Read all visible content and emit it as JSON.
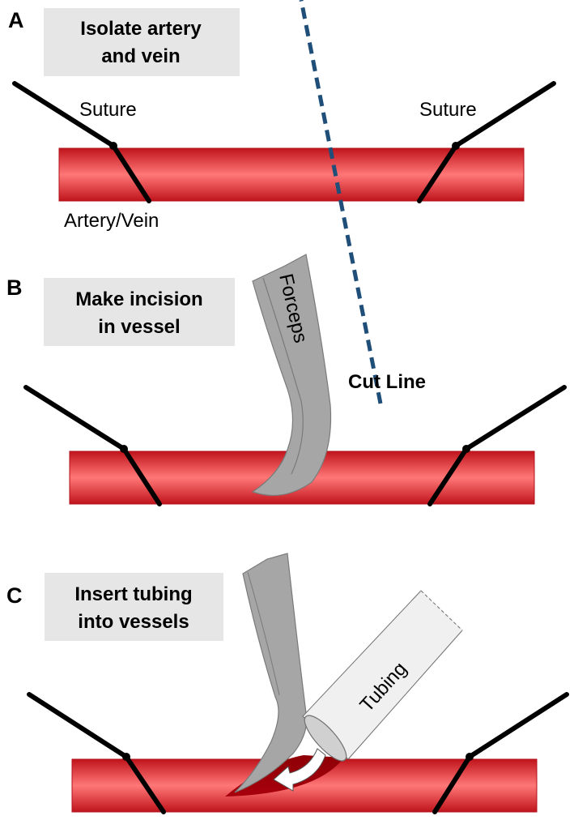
{
  "figure": {
    "colors": {
      "vessel_light": "#ff7777",
      "vessel_dark": "#c0141c",
      "vessel_incision": "#9a0008",
      "step_box": "#e6e6e6",
      "suture": "#000000",
      "forceps_fill": "#a6a6a6",
      "forceps_stroke": "#7a7a7a",
      "tubing_fill": "#f0f0f0",
      "cut_line": "#1f4e79"
    },
    "panels": [
      {
        "letter": "A",
        "step_lines": [
          "Isolate artery",
          "and vein"
        ],
        "labels": {
          "suture_left": "Suture",
          "suture_right": "Suture",
          "vessel": "Artery/Vein"
        }
      },
      {
        "letter": "B",
        "step_lines": [
          "Make incision",
          "in vessel"
        ],
        "labels": {
          "forceps": "Forceps",
          "cut_line": "Cut Line"
        }
      },
      {
        "letter": "C",
        "step_lines": [
          "Insert tubing",
          "into vessels"
        ],
        "labels": {
          "tubing": "Tubing"
        }
      }
    ]
  }
}
